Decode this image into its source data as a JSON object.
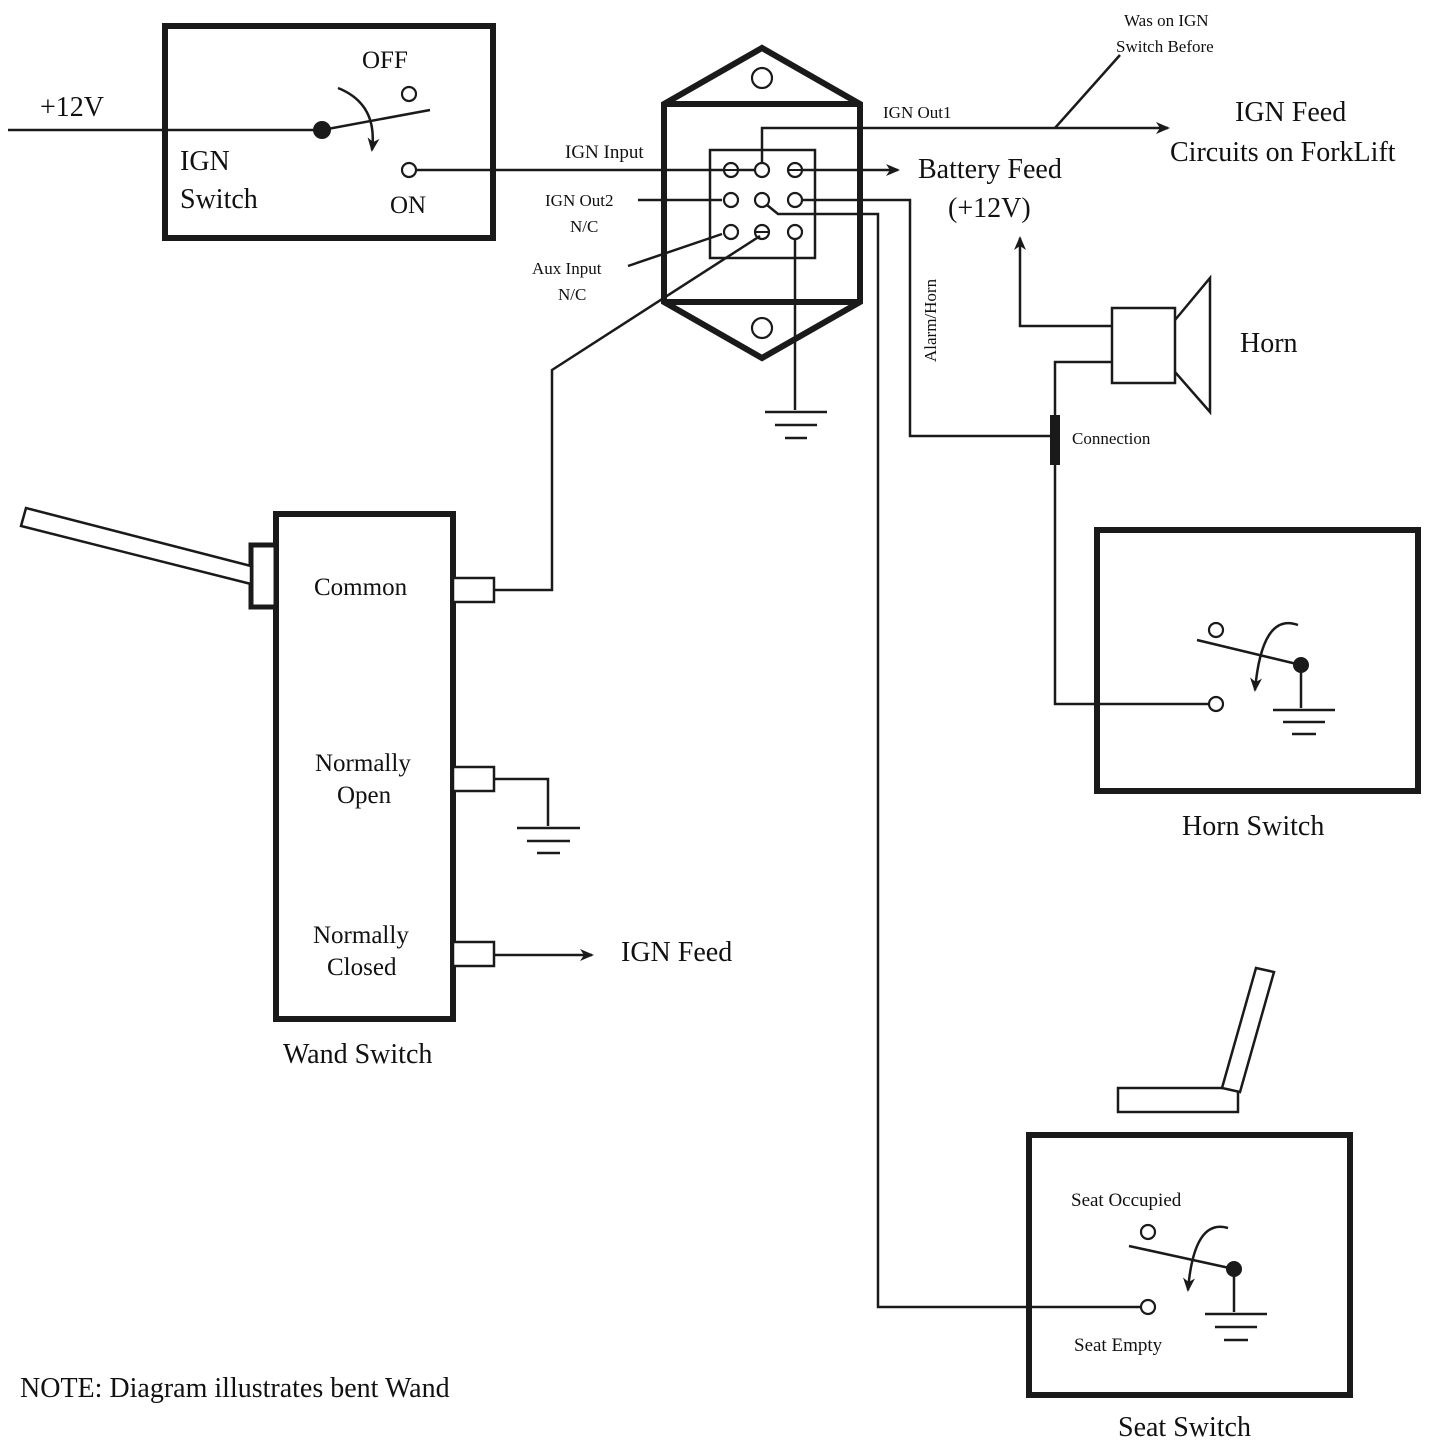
{
  "ign_switch": {
    "supply": "+12V",
    "title_line1": "IGN",
    "title_line2": "Switch",
    "off": "OFF",
    "on": "ON"
  },
  "relay": {
    "ign_input": "IGN Input",
    "ign_out1": "IGN Out1",
    "ign_out2": "IGN Out2",
    "ign_out2_nc": "N/C",
    "aux_input": "Aux Input",
    "aux_input_nc": "N/C",
    "alarm_horn": "Alarm/Horn"
  },
  "annotation": {
    "line1": "Was on IGN",
    "line2": "Switch Before"
  },
  "outputs": {
    "ign_feed_line1": "IGN Feed",
    "ign_feed_line2": "Circuits on ForkLift",
    "battery_feed_line1": "Battery Feed",
    "battery_feed_line2": "(+12V)"
  },
  "horn": {
    "label": "Horn",
    "connection": "Connection",
    "switch_label": "Horn Switch"
  },
  "wand_switch": {
    "common": "Common",
    "no_line1": "Normally",
    "no_line2": "Open",
    "nc_line1": "Normally",
    "nc_line2": "Closed",
    "ign_feed": "IGN Feed",
    "title": "Wand Switch"
  },
  "seat_switch": {
    "occupied": "Seat Occupied",
    "empty": "Seat Empty",
    "title": "Seat Switch"
  },
  "note": "NOTE: Diagram illustrates  bent Wand"
}
